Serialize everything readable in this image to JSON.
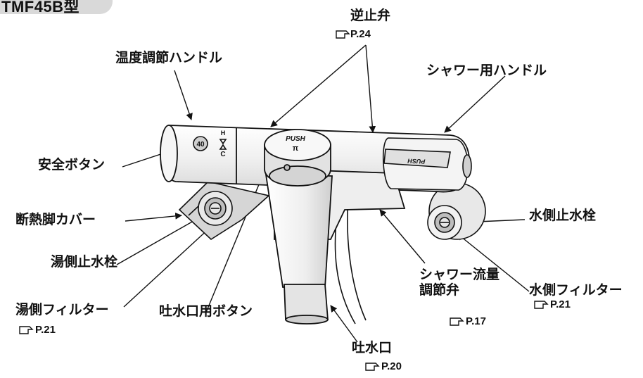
{
  "model_tag": "TMF45B型",
  "labels": {
    "check_valve": "逆止弁",
    "temp_handle": "温度調節ハンドル",
    "shower_handle": "シャワー用ハンドル",
    "safety_button": "安全ボタン",
    "insulation_cover": "断熱脚カバー",
    "water_stop_cock": "水側止水栓",
    "hot_stop_cock": "湯側止水栓",
    "shower_flow_valve_line1": "シャワー流量",
    "shower_flow_valve_line2": "調節弁",
    "water_filter": "水側フィルター",
    "hot_filter": "湯側フィルター",
    "spout_button": "吐水口用ボタン",
    "spout": "吐水口"
  },
  "refs": {
    "check_valve": "P.24",
    "water_filter": "P.21",
    "shower_flow_valve": "P.17",
    "hot_filter": "P.21",
    "spout": "P.20"
  },
  "part_text": {
    "push_top": "PUSH",
    "push_side": "PUSH",
    "dial_40": "40",
    "dial_h": "H",
    "dial_c": "C"
  }
}
